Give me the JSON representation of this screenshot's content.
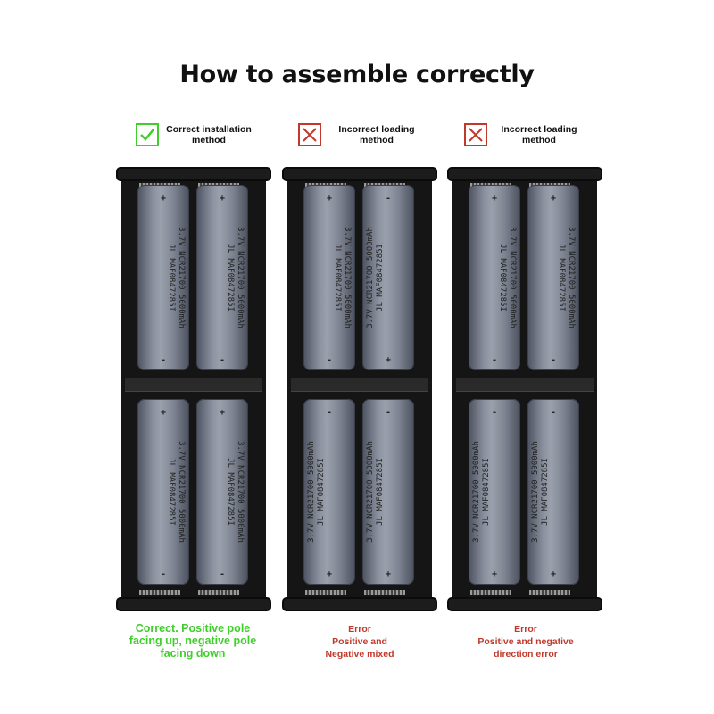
{
  "title": "How to assemble correctly",
  "panels": [
    {
      "status": "correct",
      "header_line1": "Correct installation",
      "header_line2": "method",
      "caption_lines": [
        "Correct. Positive pole",
        "facing up, negative pole",
        "facing down"
      ],
      "cells_flipped": [
        false,
        false,
        false,
        false
      ]
    },
    {
      "status": "incorrect",
      "header_line1": "Incorrect loading",
      "header_line2": "method",
      "caption_lines": [
        "Error",
        "Positive and",
        "Negative mixed"
      ],
      "cells_flipped": [
        false,
        true,
        true,
        true
      ]
    },
    {
      "status": "incorrect",
      "header_line1": "Incorrect loading",
      "header_line2": "method",
      "caption_lines": [
        "Error",
        "Positive and negative",
        "direction error"
      ],
      "cells_flipped": [
        false,
        false,
        true,
        true
      ]
    }
  ],
  "battery_print": {
    "line1": "3.7V  NCR21700  5000mAh",
    "line2": "JL  MAF0847285I",
    "plus": "+",
    "minus": "-"
  },
  "colors": {
    "correct": "#3ecf2a",
    "incorrect": "#c0392b",
    "holder": "#151515"
  },
  "icons": {
    "correct": "check-icon",
    "incorrect": "cross-icon"
  }
}
